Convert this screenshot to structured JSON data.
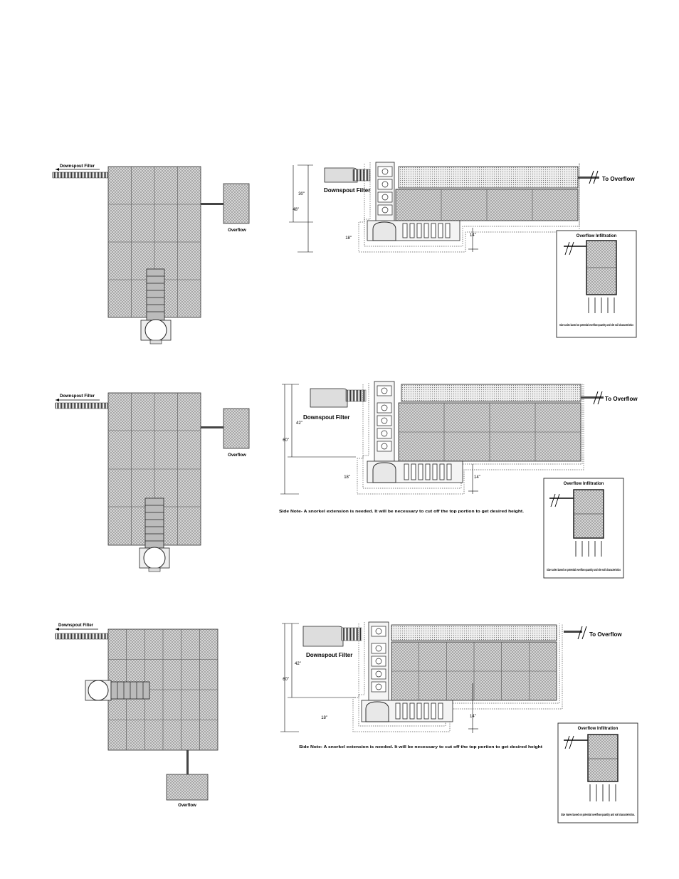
{
  "labels": {
    "downspout_filter": "Downspout Filter",
    "overflow": "Overflow",
    "to_overflow": "To Overflow",
    "overflow_infiltration": "Overflow Infiltration"
  },
  "diagram1": {
    "dims": {
      "d30": "30\"",
      "d48": "48\"",
      "d18": "18\"",
      "d14": "14\""
    },
    "caption": "Size varies based on potential overflow quantity and site soil characteristics"
  },
  "diagram2": {
    "dims": {
      "d42": "42\"",
      "d60": "60\"",
      "d18": "18\"",
      "d14": "14\""
    },
    "side_note": "Side Note- A snorkel extension is needed.  It will be necessary to cut off the top portion to get desired height.",
    "caption": "Size varies based on potential overflow quantity and site soil characteristics"
  },
  "diagram3": {
    "dims": {
      "d42": "42\"",
      "d60": "60\"",
      "d18": "18\"",
      "d14": "14\""
    },
    "side_note": "Side Note: A snorkel extension is needed.  It will be necessary to cut off the top portion to get desired height",
    "caption": "Size Varies based on potential overflow quantity and soil characteristics."
  }
}
